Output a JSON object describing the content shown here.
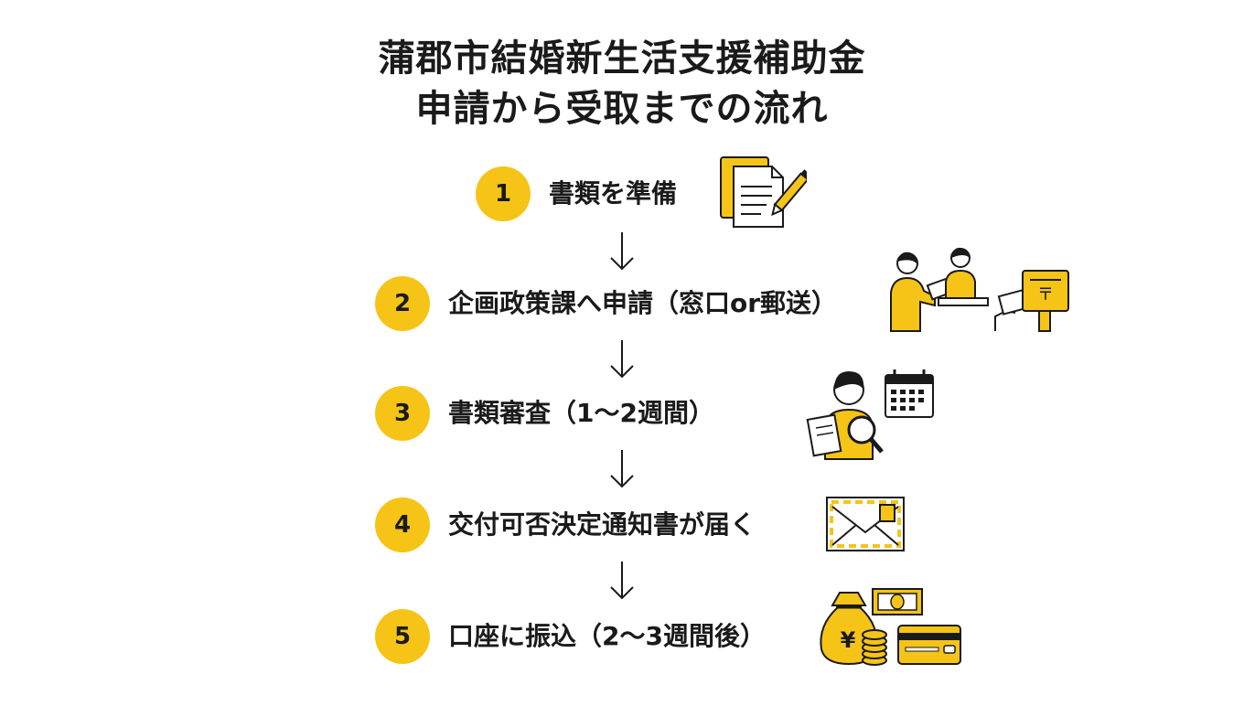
{
  "title": {
    "line1": "蒲郡市結婚新生活支援補助金",
    "line2": "申請から受取までの流れ"
  },
  "steps": [
    {
      "number": "1",
      "label": "書類を準備",
      "icon": "documents-pen-icon"
    },
    {
      "number": "2",
      "label": "企画政策課へ申請（窓口or郵送）",
      "icon": "counter-and-mailbox-icon"
    },
    {
      "number": "3",
      "label": "書類審査（1〜2週間）",
      "icon": "person-magnifier-calendar-icon"
    },
    {
      "number": "4",
      "label": "交付可否決定通知書が届く",
      "icon": "envelope-icon"
    },
    {
      "number": "5",
      "label": "口座に振込（2〜3週間後）",
      "icon": "money-bag-coins-card-icon"
    }
  ],
  "illustrations": {
    "money_bag_symbol": "¥",
    "mailbox_symbol": "〒"
  },
  "colors": {
    "accent": "#F6C417",
    "text": "#1a1a1a",
    "background": "#ffffff"
  }
}
